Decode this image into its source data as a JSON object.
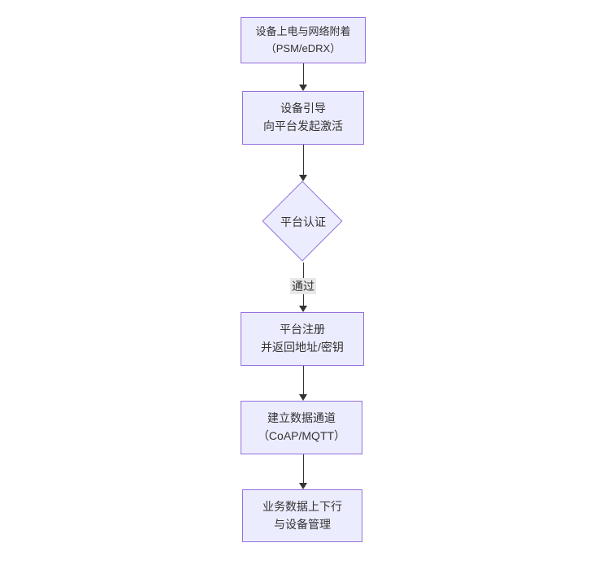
{
  "diagram": {
    "type": "flowchart",
    "direction": "top-down",
    "nodes": [
      {
        "id": "A",
        "shape": "rect",
        "lines": [
          "设备上电与网络附着",
          "（PSM/eDRX）"
        ]
      },
      {
        "id": "B",
        "shape": "rect",
        "lines": [
          "设备引导",
          "向平台发起激活"
        ]
      },
      {
        "id": "C",
        "shape": "diamond",
        "lines": [
          "平台认证"
        ]
      },
      {
        "id": "D",
        "shape": "rect",
        "lines": [
          "平台注册",
          "并返回地址/密钥"
        ]
      },
      {
        "id": "E",
        "shape": "rect",
        "lines": [
          "建立数据通道",
          "（CoAP/MQTT）"
        ]
      },
      {
        "id": "F",
        "shape": "rect",
        "lines": [
          "业务数据上下行",
          "与设备管理"
        ]
      }
    ],
    "edges": [
      {
        "from": "A",
        "to": "B",
        "label": ""
      },
      {
        "from": "B",
        "to": "C",
        "label": ""
      },
      {
        "from": "C",
        "to": "D",
        "label": "通过"
      },
      {
        "from": "D",
        "to": "E",
        "label": ""
      },
      {
        "from": "E",
        "to": "F",
        "label": ""
      }
    ],
    "colors": {
      "node_fill": "#ECECFF",
      "node_border": "#9370DB",
      "edge": "#333333",
      "edge_label_bg": "#e8e8e8",
      "text": "#333333",
      "background": "#ffffff"
    }
  }
}
